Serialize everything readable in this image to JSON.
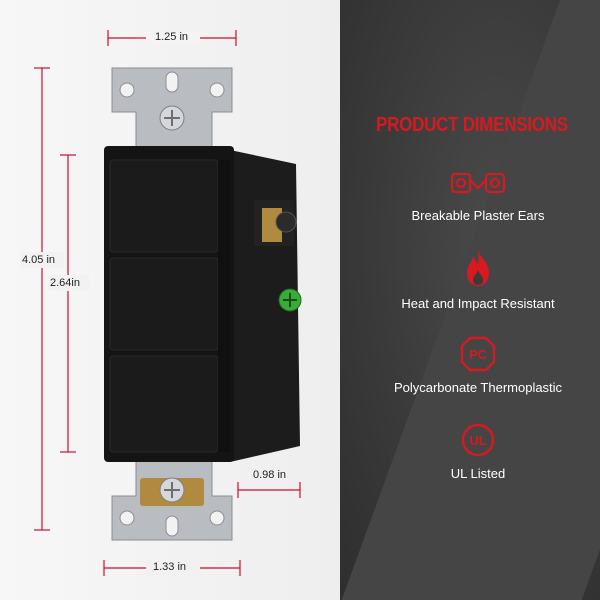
{
  "dimensions": {
    "top_width": "1.25 in",
    "height_total": "4.05 in",
    "height_body": "2.64in",
    "depth": "0.98 in",
    "bottom_width": "1.33 in"
  },
  "panel": {
    "heading": "PRODUCT DIMENSIONS",
    "features": [
      {
        "label": "Breakable Plaster Ears",
        "icon": "plaster-ears-icon"
      },
      {
        "label": "Heat and Impact Resistant",
        "icon": "flame-icon"
      },
      {
        "label": "Polycarbonate Thermoplastic",
        "icon": "pc-icon",
        "icon_text": "PC"
      },
      {
        "label": "UL Listed",
        "icon": "ul-icon",
        "icon_text": "UL"
      }
    ]
  },
  "colors": {
    "accent": "#d71920",
    "dimension_line": "#c8102e",
    "panel_dark": "#3a3a3a",
    "switch_body": "#141414"
  }
}
